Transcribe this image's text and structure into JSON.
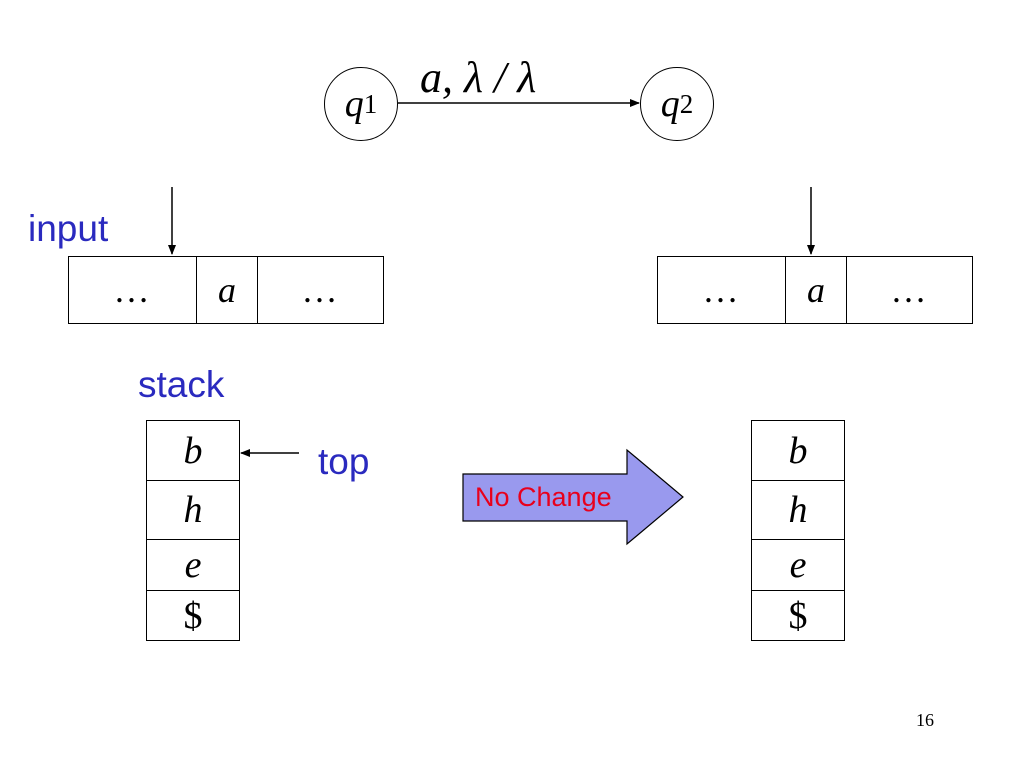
{
  "transition": {
    "from_state": {
      "name": "q",
      "sub": "1"
    },
    "to_state": {
      "name": "q",
      "sub": "2"
    },
    "label": "a, λ / λ"
  },
  "left": {
    "input_label": "input",
    "input_tape": [
      "…",
      "a",
      "…"
    ],
    "stack_label": "stack",
    "stack_cells": [
      "b",
      "h",
      "e",
      "$"
    ],
    "top_label": "top"
  },
  "arrow_label": "No Change",
  "right": {
    "input_tape": [
      "…",
      "a",
      "…"
    ],
    "stack_cells": [
      "b",
      "h",
      "e",
      "$"
    ]
  },
  "page_number": "16",
  "colors": {
    "label_blue": "#2a2abf",
    "arrow_fill": "#9999ee",
    "arrow_text": "#e8001c"
  }
}
